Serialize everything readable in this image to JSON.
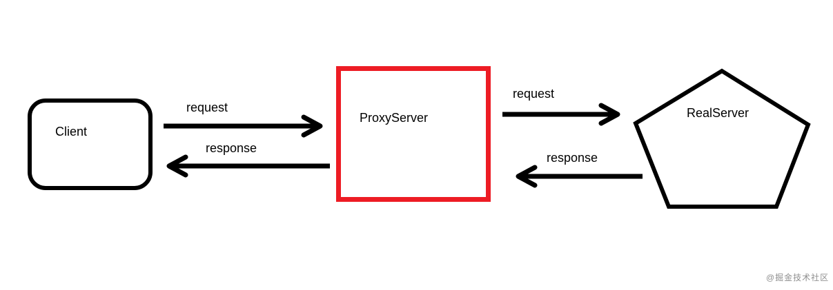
{
  "diagram": {
    "nodes": {
      "client": {
        "label": "Client",
        "shape": "rounded-rectangle"
      },
      "proxy": {
        "label": "ProxyServer",
        "shape": "rectangle"
      },
      "real": {
        "label": "RealServer",
        "shape": "pentagon"
      }
    },
    "edges": {
      "client_to_proxy": {
        "label": "request",
        "from": "client",
        "to": "proxy"
      },
      "proxy_to_client": {
        "label": "response",
        "from": "proxy",
        "to": "client"
      },
      "proxy_to_real": {
        "label": "request",
        "from": "proxy",
        "to": "real"
      },
      "real_to_proxy": {
        "label": "response",
        "from": "real",
        "to": "proxy"
      }
    },
    "watermark": {
      "text": "@掘金技术社区"
    }
  },
  "colors": {
    "background": "#ffffff",
    "stroke": "#000000",
    "proxy_border": "#ed1c24",
    "watermark": "#8f8f8f"
  }
}
